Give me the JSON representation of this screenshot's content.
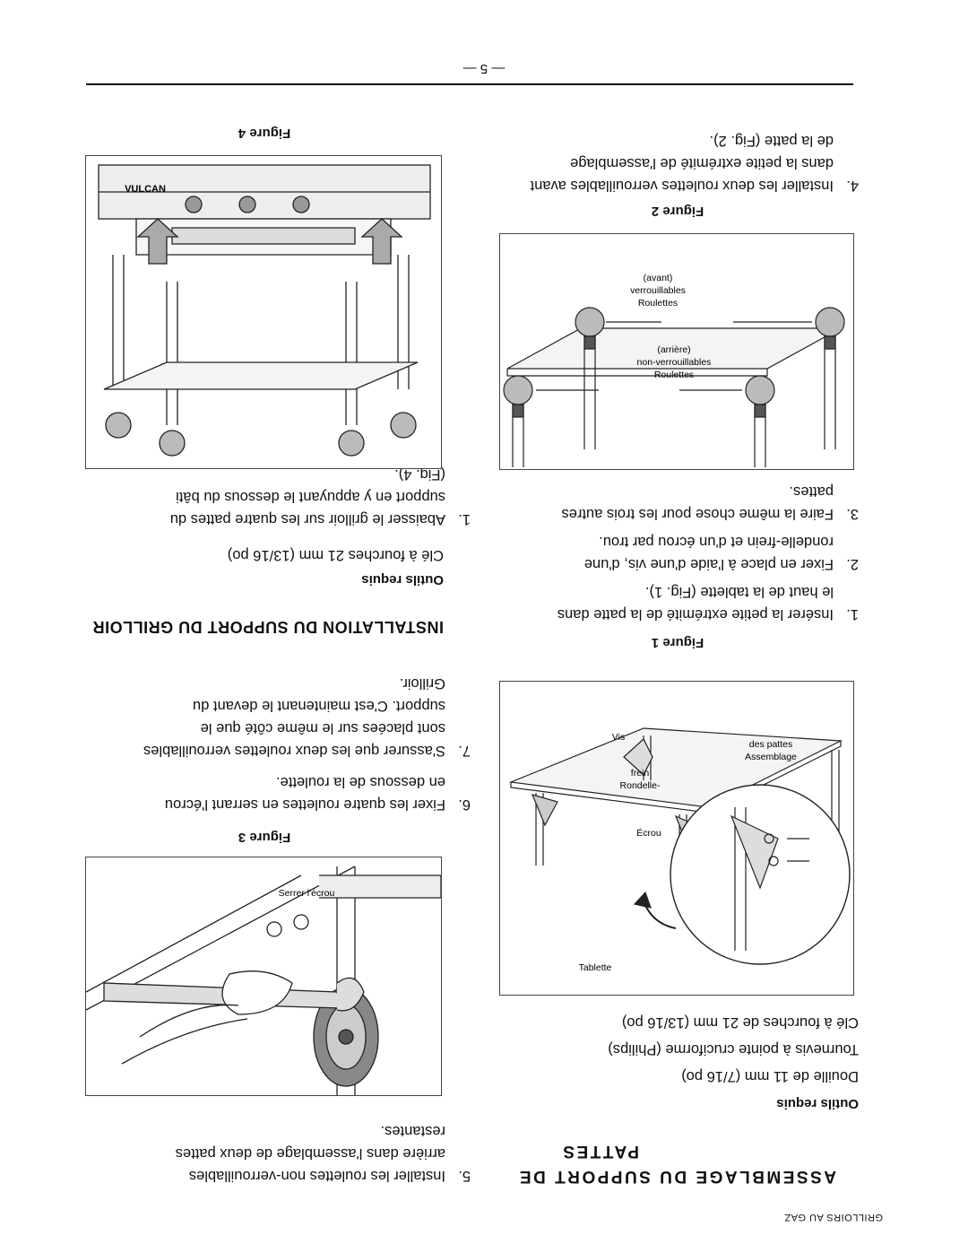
{
  "header": {
    "running_title": "GRILLOIRS AU GAZ"
  },
  "left": {
    "title_line1": "ASSEMBLAGE DU SUPPORT DE",
    "title_line2": "PATTES",
    "tools_heading": "Outils requis",
    "tools": [
      "Douille de 11 mm (7/16 po)",
      "Tournevis à pointe cruciforme (Philips)",
      "Clé à fourches de 21 mm (13/16 po)"
    ],
    "fig1": {
      "caption": "Figure 1",
      "labels": {
        "tablette": "Tablette",
        "assemblage1": "Assemblage",
        "assemblage2": "des pattes",
        "vis": "Vis",
        "rondelle1": "Rondelle-",
        "rondelle2": "frein",
        "ecrou": "Écrou"
      }
    },
    "steps_a": [
      {
        "num": "1.",
        "lines": [
          "Insérer la petite extrémité de la patte dans",
          "le haut de la tablette (Fig. 1)."
        ]
      },
      {
        "num": "2.",
        "lines": [
          "Fixer en place à l'aide d'une vis, d'une",
          "rondelle-frein et d'un écrou par trou."
        ]
      },
      {
        "num": "3.",
        "lines": [
          "Faire la même chose pour les trois autres",
          "pattes."
        ]
      }
    ],
    "fig2": {
      "caption": "Figure 2",
      "labels": {
        "rear1": "Roulettes",
        "rear2": "non-verrouillables",
        "rear3": "(arrière)",
        "front1": "Roulettes",
        "front2": "verrouillables",
        "front3": "(avant)"
      }
    },
    "steps_b": [
      {
        "num": "4.",
        "lines": [
          "Installer les deux roulettes verrouillables avant",
          "dans la petite extrémité de l'assemblage",
          "de la patte (Fig. 2)."
        ]
      }
    ]
  },
  "right": {
    "steps_a": [
      {
        "num": "5.",
        "lines": [
          "Installer les roulettes non-verrouillables",
          "arrière dans l'assemblage de deux pattes",
          "restantes."
        ]
      }
    ],
    "fig3": {
      "caption": "Figure 3",
      "labels": {
        "serrer": "Serrer l'écrou"
      }
    },
    "steps_b": [
      {
        "num": "6.",
        "lines": [
          "Fixer les quatre roulettes en serrant l'écrou",
          "en dessous de la roulette."
        ]
      },
      {
        "num": "7.",
        "lines": [
          "S'assurer que les deux roulettes verrouillables",
          "sont placées sur le même côté que le",
          "support. C'est maintenant le devant du",
          "Grilloir."
        ]
      }
    ],
    "install_title": "INSTALLATION DU SUPPORT DU GRILLOIR",
    "tools_heading": "Outils requis",
    "tools": [
      "Clé à fourches 21 mm (13/16 po)"
    ],
    "steps_c": [
      {
        "num": "1.",
        "lines": [
          "Abaisser le grilloir sur les quatre pattes du",
          "support en y appuyant le dessous du bâti",
          "(Fig. 4)."
        ]
      }
    ],
    "fig4": {
      "caption": "Figure 4",
      "labels": {
        "brand": "VULCAN"
      }
    }
  },
  "footer": {
    "page_number": "— 5 —"
  }
}
